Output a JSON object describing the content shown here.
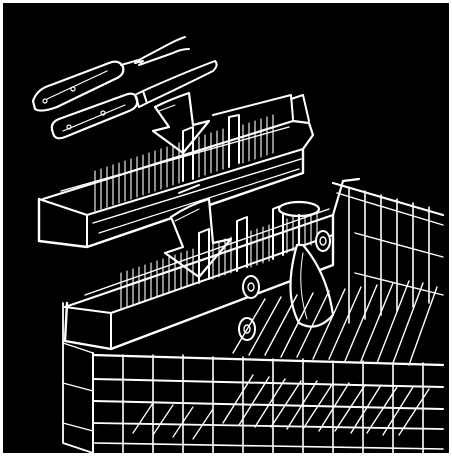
{
  "illustration": {
    "subject": "dishwasher-upper-rack-cutlery-tray",
    "style": "white line art on black background",
    "colors": {
      "background": "#000000",
      "line": "#ffffff",
      "frame": "#ffffff"
    },
    "icons": [
      "carving-fork",
      "knife",
      "down-arrow",
      "cutlery-tray",
      "wine-glass",
      "dish-rack"
    ]
  }
}
